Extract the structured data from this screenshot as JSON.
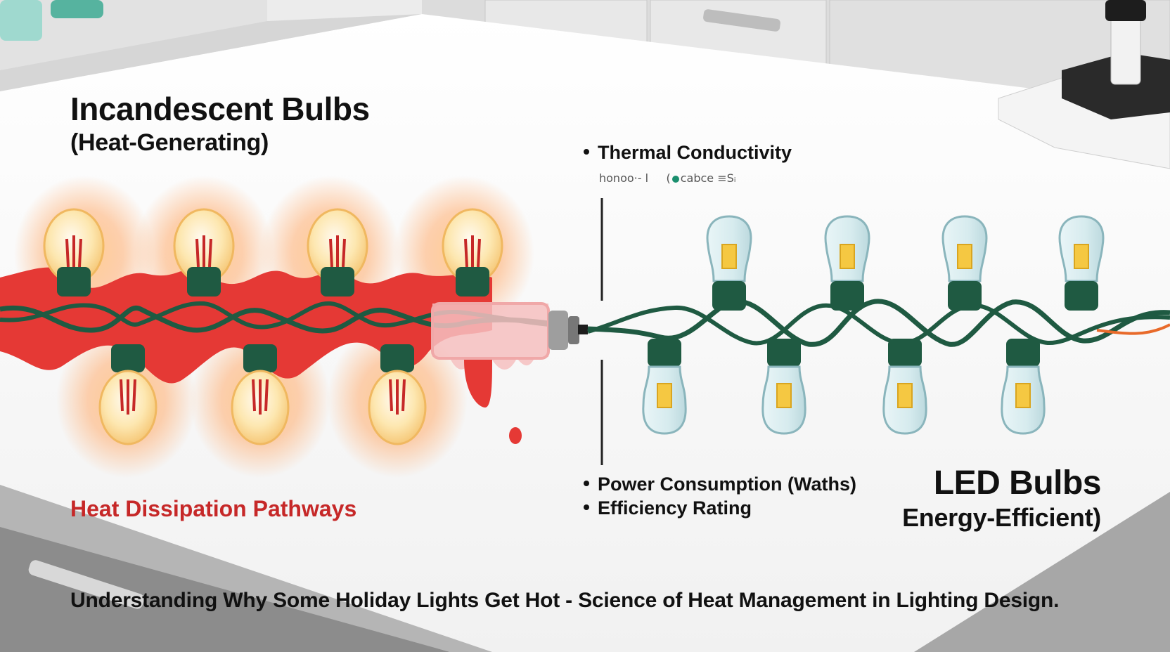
{
  "incandescent": {
    "title": "Incandescent Bulbs",
    "subtitle": "(Heat-Generating)",
    "pathways_label": "Heat Dissipation Pathways"
  },
  "led": {
    "title": "LED Bulbs",
    "subtitle": "Energy-Efficient)"
  },
  "metrics": {
    "thermal": "Thermal Conductivity",
    "thermal_sub_left": "honoo·‐ l",
    "thermal_sub_right": "cabce ≡Sᵢ",
    "power": "Power Consumption (Waths)",
    "efficiency": "Efficiency Rating"
  },
  "caption": "Understanding Why Some Holiday Lights Get Hot - Science of Heat Management in Lighting Design.",
  "colors": {
    "heat_red": "#e53935",
    "wire_green": "#1f5a42",
    "bulb_warm": "#fde7b0",
    "bulb_cool": "#d9ecef",
    "led_chip": "#f5c842",
    "label_red": "#c62828"
  },
  "icons": [
    "incandescent-bulb-icon",
    "led-bulb-icon",
    "plug-icon"
  ]
}
